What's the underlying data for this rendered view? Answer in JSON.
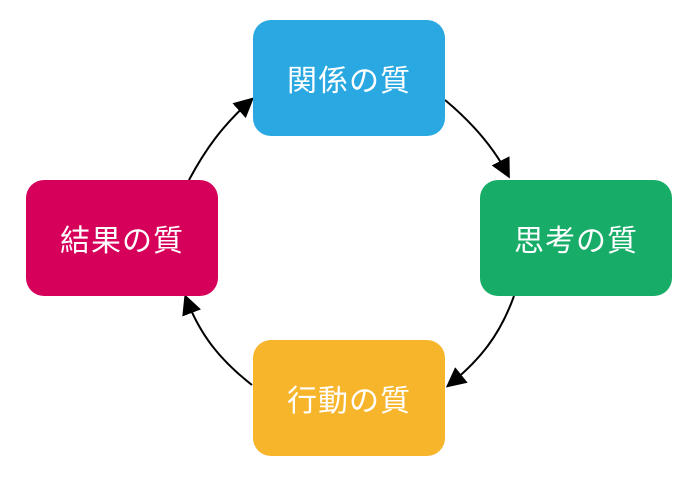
{
  "diagram": {
    "nodes": [
      {
        "label": "関係の質",
        "color": "#2aa8e2"
      },
      {
        "label": "思考の質",
        "color": "#17ac67"
      },
      {
        "label": "行動の質",
        "color": "#f7b52c"
      },
      {
        "label": "結果の質",
        "color": "#d6005a"
      }
    ],
    "edges": [
      {
        "from": "関係の質",
        "to": "思考の質"
      },
      {
        "from": "思考の質",
        "to": "行動の質"
      },
      {
        "from": "行動の質",
        "to": "結果の質"
      },
      {
        "from": "結果の質",
        "to": "関係の質"
      }
    ],
    "arrow_color": "#000000"
  }
}
